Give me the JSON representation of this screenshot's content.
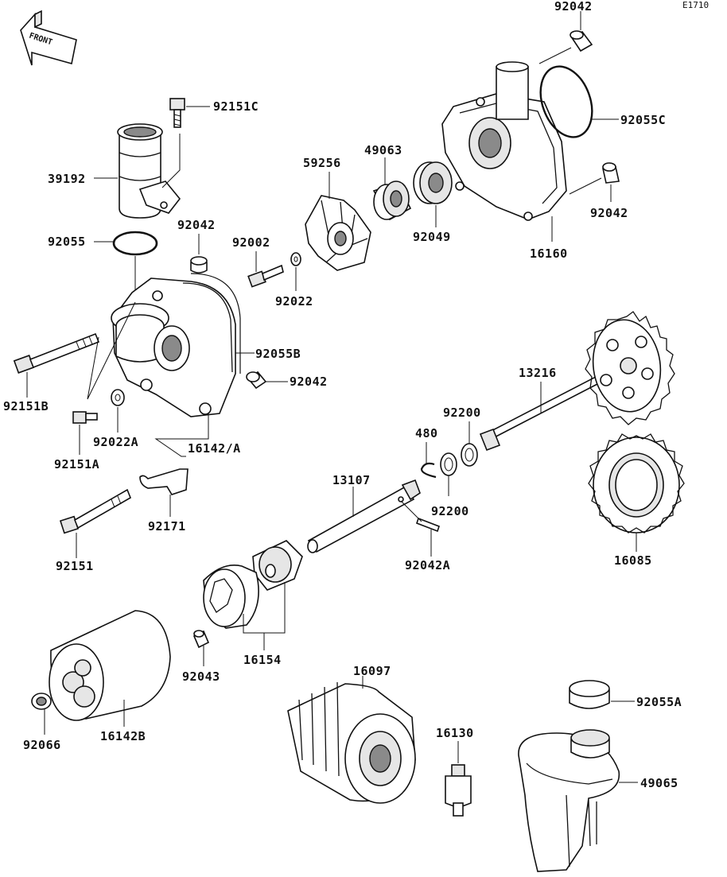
{
  "diagram": {
    "code": "E1710",
    "front_label": "FRONT",
    "parts": {
      "p92042_top": "92042",
      "p92151C": "92151C",
      "p92055C": "92055C",
      "p39192": "39192",
      "p49063": "49063",
      "p59256": "59256",
      "p92042_r": "92042",
      "p92049": "92049",
      "p92055": "92055",
      "p92042_l": "92042",
      "p92002": "92002",
      "p16160": "16160",
      "p92022": "92022",
      "p92055B": "92055B",
      "p13216": "13216",
      "p92042_m": "92042",
      "p92151B": "92151B",
      "p92200_top": "92200",
      "p92022A": "92022A",
      "p480": "480",
      "p16142A": "16142/A",
      "p92151A": "92151A",
      "p13107": "13107",
      "p92200_bot": "92200",
      "p92171": "92171",
      "p92042A": "92042A",
      "p16085": "16085",
      "p92151": "92151",
      "p16154": "16154",
      "p92043": "92043",
      "p16097": "16097",
      "p92055A": "92055A",
      "p16130": "16130",
      "p92066": "92066",
      "p16142B": "16142B",
      "p49065": "49065"
    }
  }
}
